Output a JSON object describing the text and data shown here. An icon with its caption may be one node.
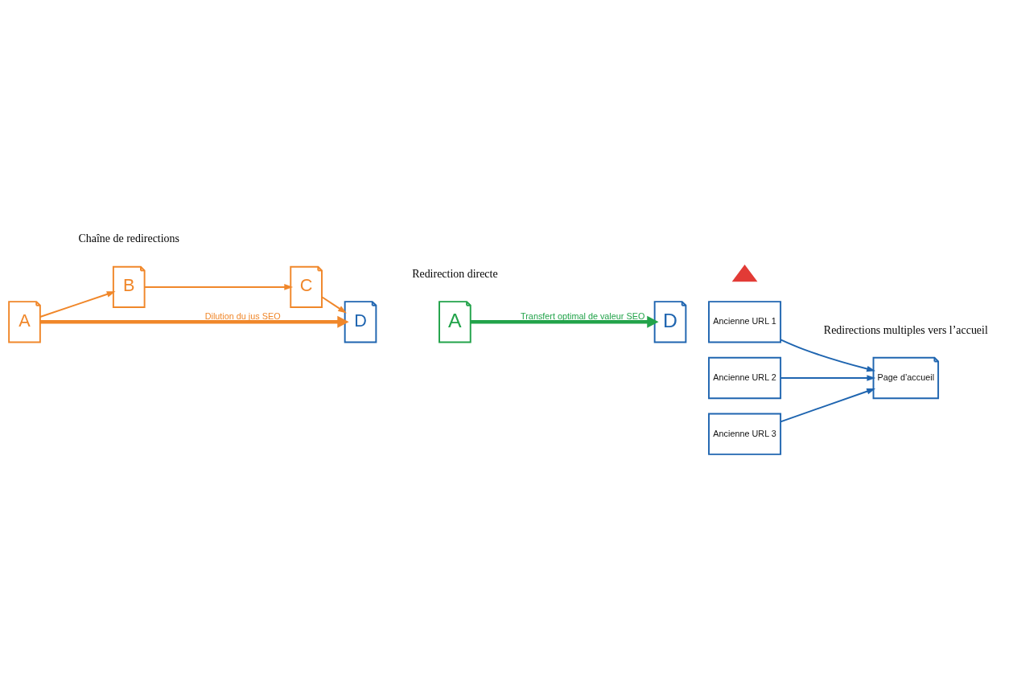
{
  "diagram": {
    "nodes": [
      {
        "text": [
          "A"
        ]
      },
      {
        "text": [
          "B"
        ]
      },
      {
        "text": [
          "C"
        ]
      },
      {
        "text": [
          "D"
        ]
      },
      {
        "text": [
          "A"
        ]
      },
      {
        "text": [
          "D"
        ]
      },
      {
        "text": [
          "Ancienne URL 1"
        ]
      },
      {
        "text": [
          "Ancienne URL 2"
        ]
      },
      {
        "text": [
          "Ancienne URL 3"
        ]
      },
      {
        "text": [
          "Page d’accueil"
        ]
      },
      {
        "text": [],
        "shape": "triangle"
      }
    ],
    "edges": [
      {
        "from": 0,
        "to": 3,
        "arrow": "to",
        "label": "Dilution du jus SEO",
        "style": "thick",
        "color": "#f0872a"
      },
      {
        "from": 0,
        "to": 1,
        "arrow": "to",
        "color": "#f0872a"
      },
      {
        "from": 1,
        "to": 2,
        "arrow": "to",
        "color": "#f0872a"
      },
      {
        "from": 2,
        "to": 3,
        "arrow": "to",
        "color": "#f0872a"
      },
      {
        "from": 4,
        "to": 5,
        "arrow": "to",
        "label": "Transfert optimal de valeur SEO",
        "style": "thick",
        "color": "#22a34a"
      },
      {
        "from": 6,
        "to": 9,
        "arrow": "to",
        "color": "#1f65b0"
      },
      {
        "from": 7,
        "to": 9,
        "arrow": "to",
        "color": "#1f65b0"
      },
      {
        "from": 8,
        "to": 9,
        "arrow": "to",
        "color": "#1f65b0"
      }
    ],
    "labels": [
      "Chaîne de redirections",
      "Redirection directe",
      "Redirections multiples vers l’accueil"
    ]
  }
}
